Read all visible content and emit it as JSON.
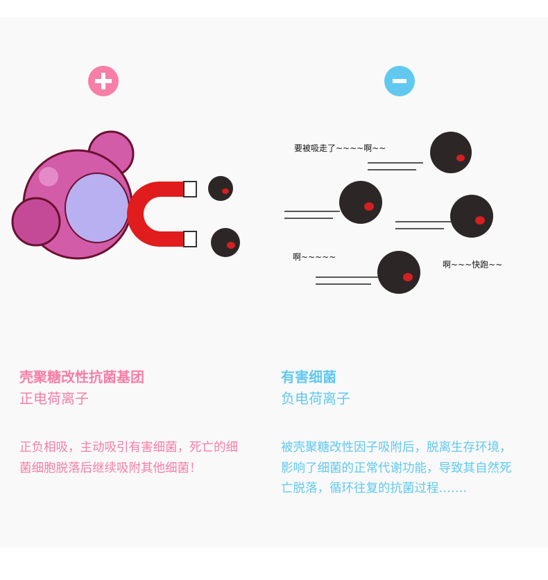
{
  "colors": {
    "positive": "#f77ea6",
    "negative": "#61c9ef"
  },
  "left": {
    "icon": "plus-icon",
    "title": "壳聚糖改性抗菌基团",
    "subtitle": "正电荷离子",
    "description": "正负相吸，主动吸引有害细菌，死亡的细菌细胞脱落后继续吸附其他细菌！"
  },
  "right": {
    "icon": "minus-icon",
    "title": "有害细菌",
    "subtitle": "负电荷离子",
    "description": "被壳聚糖改性因子吸附后，脱离生存环境，影响了细菌的正常代谢功能，导致其自然死亡脱落，循环往复的抗菌过程……."
  },
  "speech": [
    "要被吸走了~~~~啊~~",
    "啊~~~~~",
    "啊~~~快跑~~"
  ]
}
